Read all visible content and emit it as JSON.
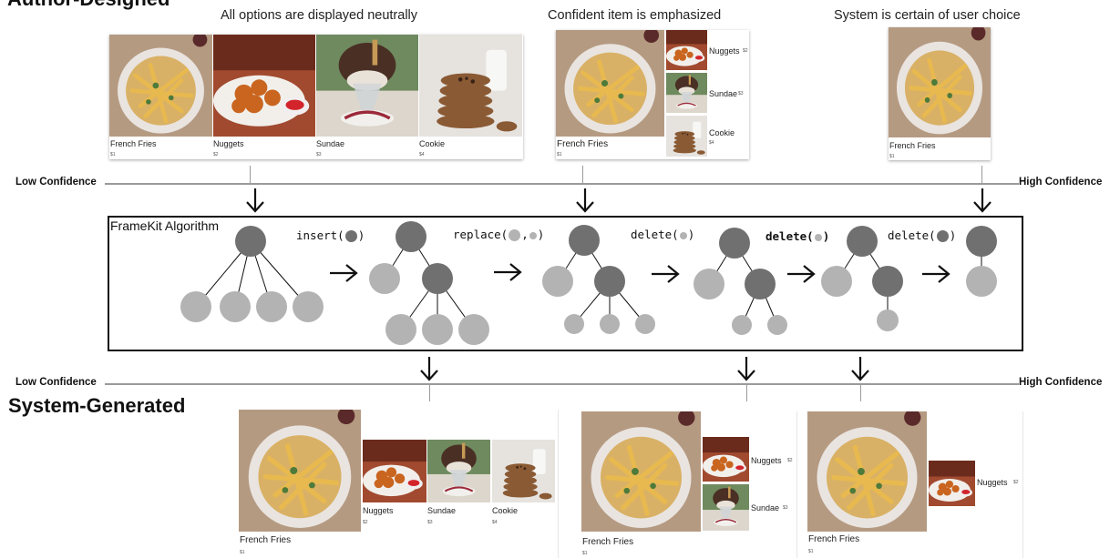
{
  "section_top": "Author-Designed",
  "section_bottom": "System-Generated",
  "captions": [
    "All options are displayed neutrally",
    "Confident item is emphasized",
    "System is certain of user choice"
  ],
  "axis": {
    "low": "Low Confidence",
    "high": "High Confidence"
  },
  "algorithm": {
    "title": "FrameKit Algorithm",
    "ops": [
      {
        "name": "insert(",
        "close": ")"
      },
      {
        "name": "replace(",
        "sep": ",",
        "close": ")"
      },
      {
        "name": "delete(",
        "close": ")"
      },
      {
        "name": "delete(",
        "close": ")"
      },
      {
        "name": "delete(",
        "close": ")"
      }
    ]
  },
  "items": {
    "fries": {
      "name": "French Fries",
      "price": "$1"
    },
    "nuggets": {
      "name": "Nuggets",
      "price": "$2"
    },
    "sundae": {
      "name": "Sundae",
      "price": "$3"
    },
    "cookie": {
      "name": "Cookie",
      "price": "$4"
    }
  },
  "colors": {
    "node_dark": "#707070",
    "node_light": "#b3b3b3",
    "axis": "#9a9a9a",
    "arrow": "#111111"
  }
}
